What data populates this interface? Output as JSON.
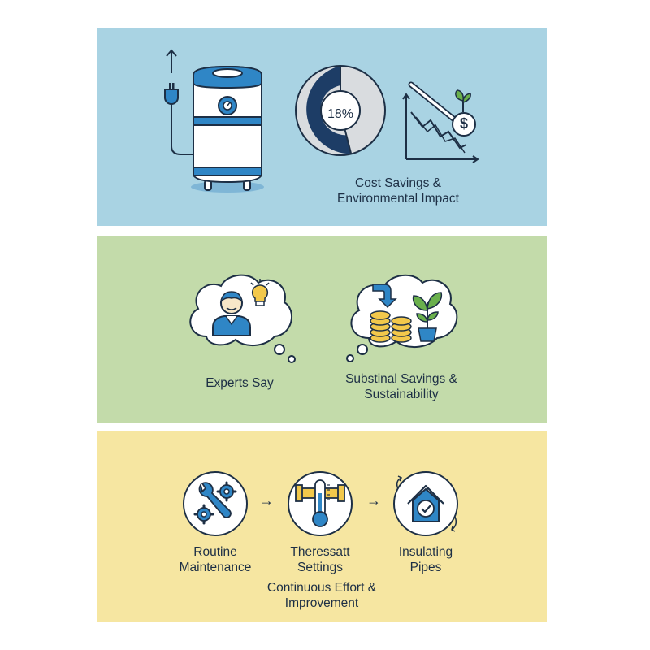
{
  "panel1": {
    "donut_label": "18%",
    "caption": "Cost Savings & Environmental Impact",
    "dollar_symbol": "$",
    "icons": [
      "water-heater-icon",
      "plug-icon",
      "donut-chart-icon",
      "declining-cost-chart-icon",
      "dollar-coin-icon",
      "sprout-icon"
    ]
  },
  "panel2": {
    "experts_caption": "Experts Say",
    "savings_caption": "Substinal Savings & Sustainability",
    "icons": [
      "expert-person-icon",
      "lightbulb-icon",
      "down-arrow-icon",
      "coins-icon",
      "potted-plant-icon",
      "thought-cloud-icon"
    ]
  },
  "panel3": {
    "steps": [
      {
        "label": "Routine Maintenance",
        "icon": "wrench-gears-icon"
      },
      {
        "label": "Theressatt Settings",
        "icon": "thermometer-pipe-icon"
      },
      {
        "label": "Insulating Pipes",
        "icon": "house-check-icon"
      }
    ],
    "footer": "Continuous Effort & Improvement",
    "arrow_symbol": "→"
  },
  "colors": {
    "panel1_bg": "#a9d3e3",
    "panel2_bg": "#c3dbaa",
    "panel3_bg": "#f6e6a1",
    "accent_blue": "#2f86c6",
    "navy": "#1d3d66",
    "gold": "#f2c84b",
    "leaf_green": "#6ab04c"
  }
}
